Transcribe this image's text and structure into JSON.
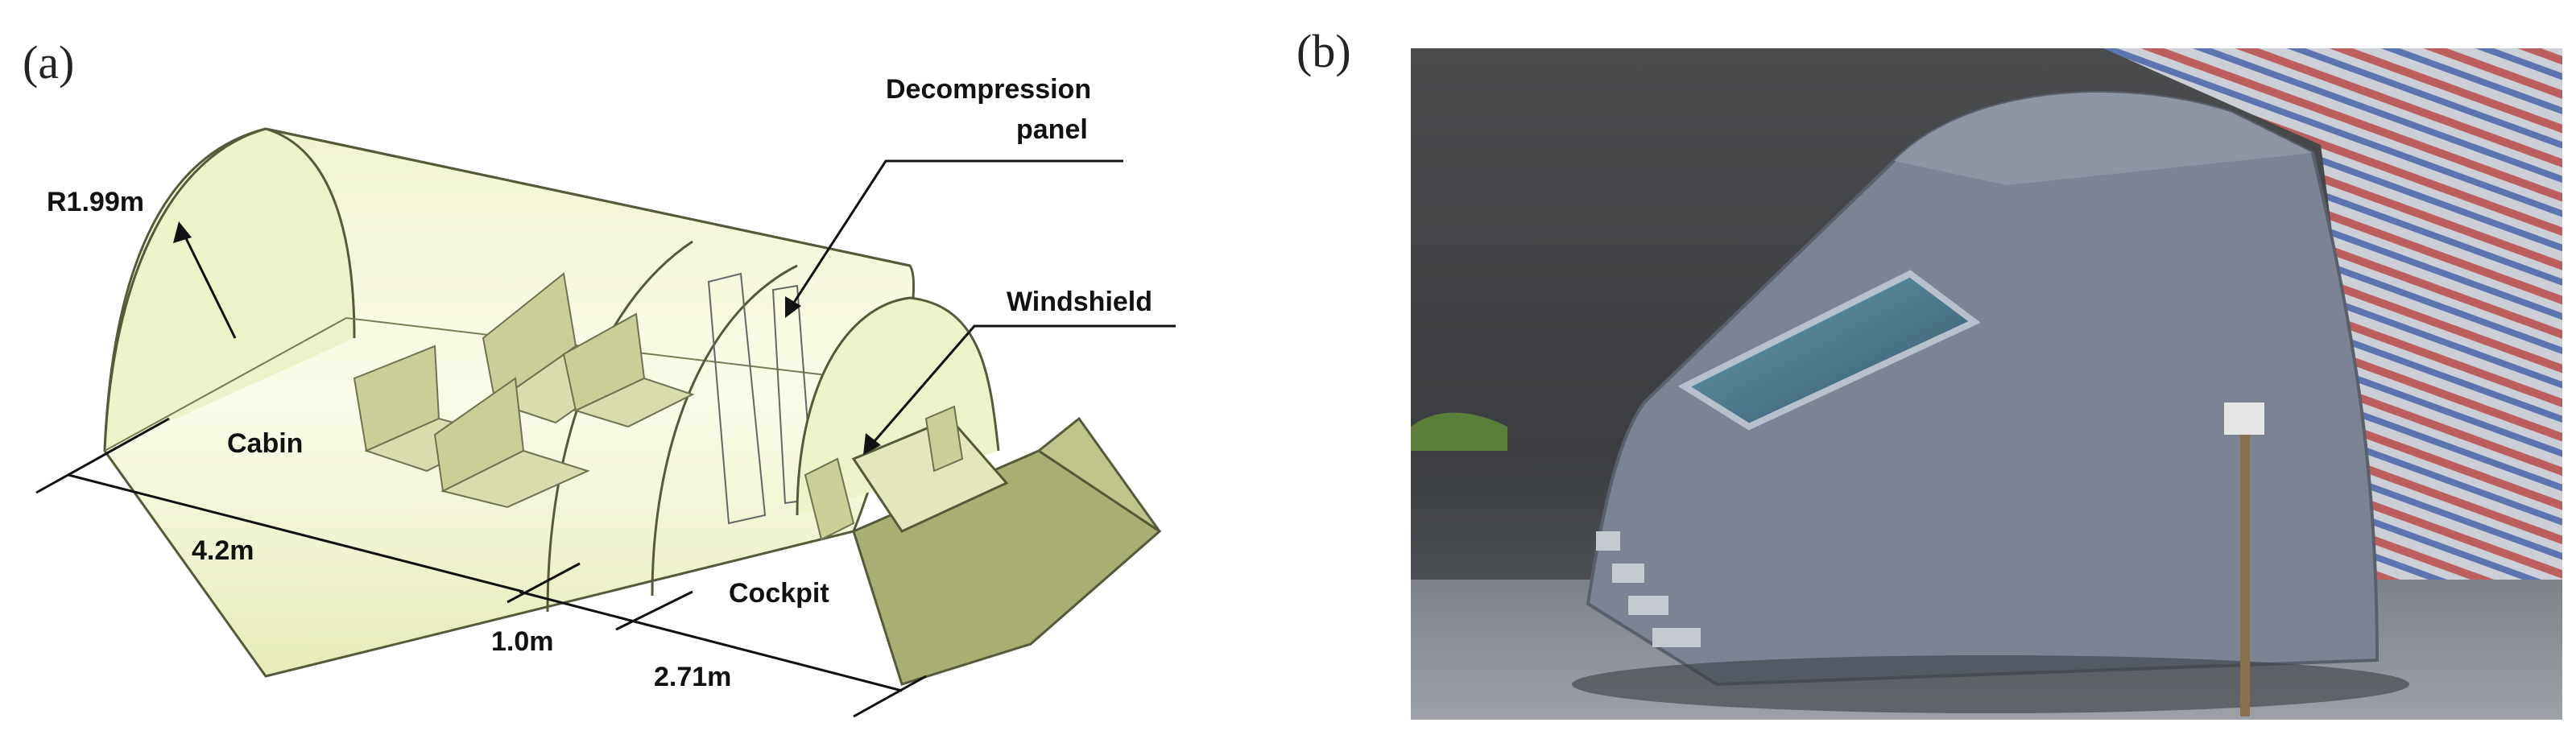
{
  "panels": {
    "a": "(a)",
    "b": "(b)"
  },
  "labels": {
    "radius": "R1.99m",
    "decompression_line1": "Decompression",
    "decompression_line2": "panel",
    "windshield": "Windshield",
    "cabin": "Cabin",
    "cockpit": "Cockpit",
    "dim_cabin": "4.2m",
    "dim_decompression": "1.0m",
    "dim_cockpit": "2.71m"
  },
  "colors": {
    "shell_fill": "#eef2c8",
    "shell_stroke": "#555a3a",
    "seat_fill": "#c9cf96",
    "nose_fill": "#a9ae72",
    "photo_body": "#7c8493"
  }
}
